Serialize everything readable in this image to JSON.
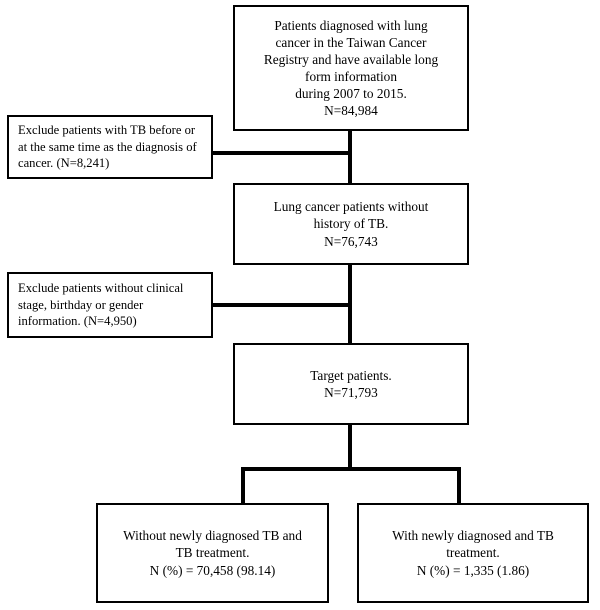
{
  "diagram": {
    "title": "Study population selection flow diagram",
    "stroke_color": "#000000",
    "background_color": "#ffffff",
    "nodes": {
      "source_cohort": {
        "lines": [
          "Patients diagnosed with lung",
          "cancer in the Taiwan Cancer",
          "Registry and have available long",
          "form information",
          "during 2007 to 2015.",
          "N=84,984"
        ]
      },
      "exclusion_tb": {
        "lines": [
          "Exclude patients with TB before or at the same time as the diagnosis of cancer. (N=8,241)"
        ]
      },
      "no_tb_history": {
        "lines": [
          "Lung cancer patients without",
          "history of TB.",
          "N=76,743"
        ]
      },
      "exclusion_missing": {
        "lines": [
          "Exclude patients without clinical stage, birthday or gender information. (N=4,950)"
        ]
      },
      "target_patients": {
        "lines": [
          "Target patients.",
          "N=71,793"
        ]
      },
      "outcome_without_tb": {
        "lines": [
          "Without newly diagnosed TB and",
          "TB treatment.",
          "N (%) = 70,458 (98.14)"
        ]
      },
      "outcome_with_tb": {
        "lines": [
          "With newly diagnosed and TB",
          "treatment.",
          "N (%) = 1,335 (1.86)"
        ]
      }
    }
  }
}
